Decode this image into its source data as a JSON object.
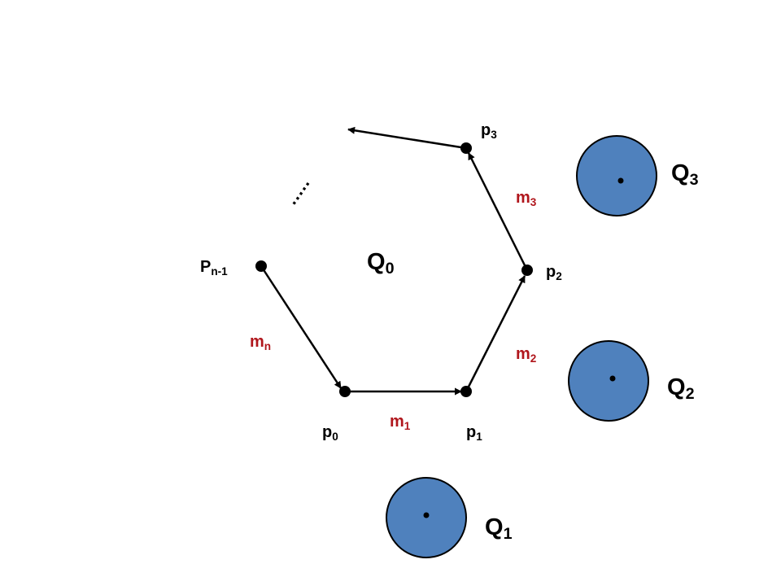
{
  "colors": {
    "ink": "#000000",
    "edge_label": "#b0161c",
    "circle_fill": "#4f81bd",
    "circle_stroke": "#000000",
    "background": "#ffffff"
  },
  "region_label": {
    "base": "Q",
    "sub": "0"
  },
  "vertices": [
    {
      "id": "p0",
      "base": "p",
      "sub": "0"
    },
    {
      "id": "p1",
      "base": "p",
      "sub": "1"
    },
    {
      "id": "p2",
      "base": "p",
      "sub": "2"
    },
    {
      "id": "p3",
      "base": "p",
      "sub": "3"
    },
    {
      "id": "pn1",
      "base": "P",
      "sub": "n-1"
    }
  ],
  "edges": [
    {
      "id": "m1",
      "base": "m",
      "sub": "1"
    },
    {
      "id": "m2",
      "base": "m",
      "sub": "2"
    },
    {
      "id": "m3",
      "base": "m",
      "sub": "3"
    },
    {
      "id": "mn",
      "base": "m",
      "sub": "n"
    }
  ],
  "regions": [
    {
      "id": "q1",
      "base": "Q",
      "sub": "1"
    },
    {
      "id": "q2",
      "base": "Q",
      "sub": "2"
    },
    {
      "id": "q3",
      "base": "Q",
      "sub": "3"
    }
  ],
  "ellipsis": "....."
}
